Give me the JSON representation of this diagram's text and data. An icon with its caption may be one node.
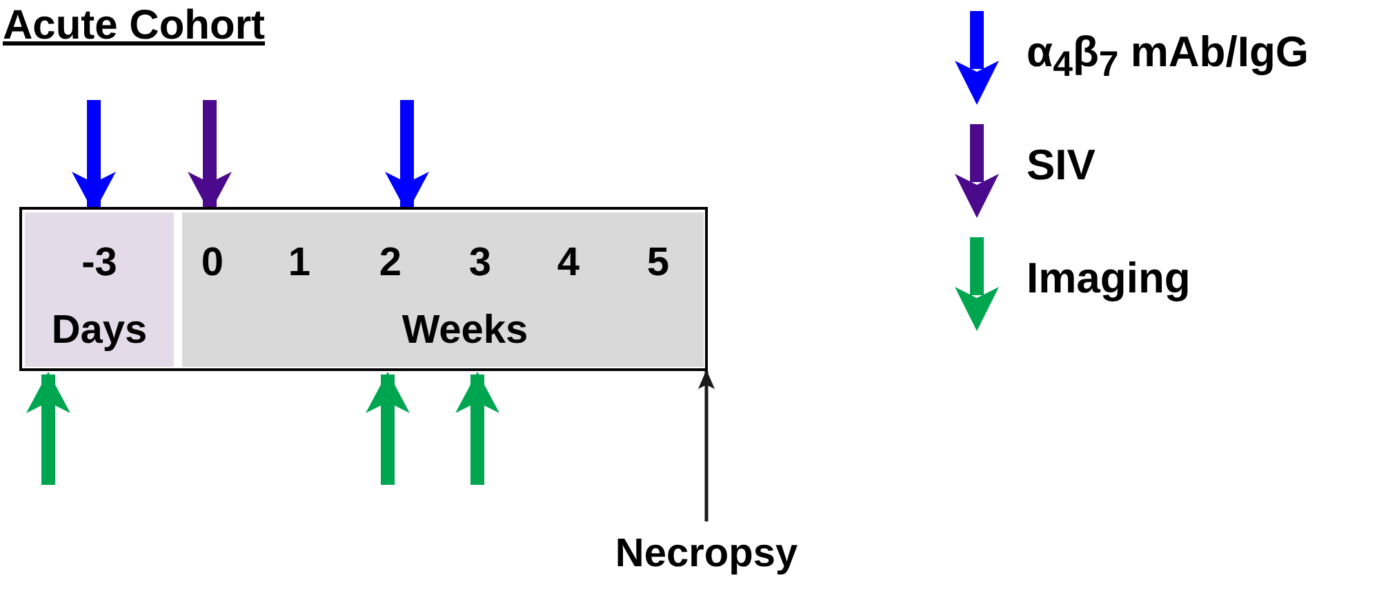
{
  "diagram": {
    "title": "Acute Cohort",
    "nodes": [
      {
        "text": [],
        "shape": "box"
      },
      {
        "text": [
          "-3",
          "Days"
        ],
        "in": 0
      },
      {
        "text": [
          "0",
          "1",
          "2",
          "3",
          "4",
          "5",
          "Weeks"
        ],
        "in": 0
      },
      {
        "text": [
          "Necropsy"
        ]
      }
    ],
    "edges": [
      {
        "from": null,
        "to": 1,
        "arrow": "to",
        "color": "#0000ff"
      },
      {
        "from": null,
        "to": 2,
        "arrow": "to",
        "color": "#4b0a8c"
      },
      {
        "from": null,
        "to": 2,
        "arrow": "to",
        "color": "#0000ff"
      },
      {
        "from": null,
        "to": 1,
        "arrow": "to",
        "color": "#00a550"
      },
      {
        "from": null,
        "to": 2,
        "arrow": "to",
        "color": "#00a550"
      },
      {
        "from": null,
        "to": 2,
        "arrow": "to",
        "color": "#00a550"
      },
      {
        "from": 3,
        "to": 0,
        "arrow": "to",
        "color": "#1a1a1a"
      }
    ],
    "legend": [
      {
        "text": "α$_{4}$β$_{7}$ mAb/IgG"
      },
      {
        "text": "SIV"
      },
      {
        "text": "Imaging"
      }
    ]
  }
}
